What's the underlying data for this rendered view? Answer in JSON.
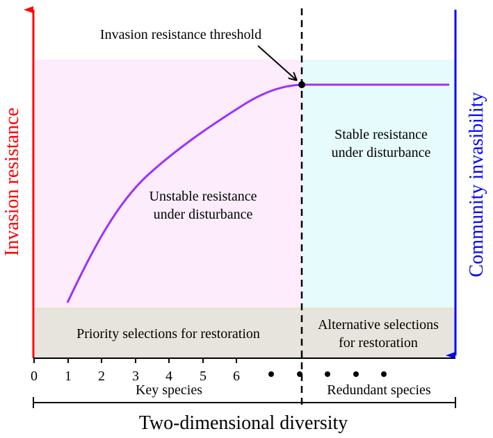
{
  "colors": {
    "left_region": "#fcecfc",
    "right_region": "#e6fbfb",
    "bottom_band": "#e6e4dc",
    "curve": "#9b30ff",
    "left_axis": "#ff0000",
    "right_axis": "#0000ff",
    "line": "#000000"
  },
  "axes": {
    "left_label": "Invasion resistance",
    "right_label": "Community invasibility",
    "x_title": "Two-dimensional diversity",
    "x_ticks": [
      "0",
      "1",
      "2",
      "3",
      "4",
      "5",
      "6"
    ],
    "continuation_dots": "• • • • •"
  },
  "threshold": {
    "label": "Invasion resistance threshold"
  },
  "regions": {
    "unstable_line1": "Unstable resistance",
    "unstable_line2": "under disturbance",
    "stable_line1": "Stable resistance",
    "stable_line2": "under disturbance"
  },
  "band": {
    "priority": "Priority selections for restoration",
    "alternative_line1": "Alternative selections",
    "alternative_line2": "for restoration"
  },
  "groups": {
    "key": "Key species",
    "redundant": "Redundant species"
  }
}
